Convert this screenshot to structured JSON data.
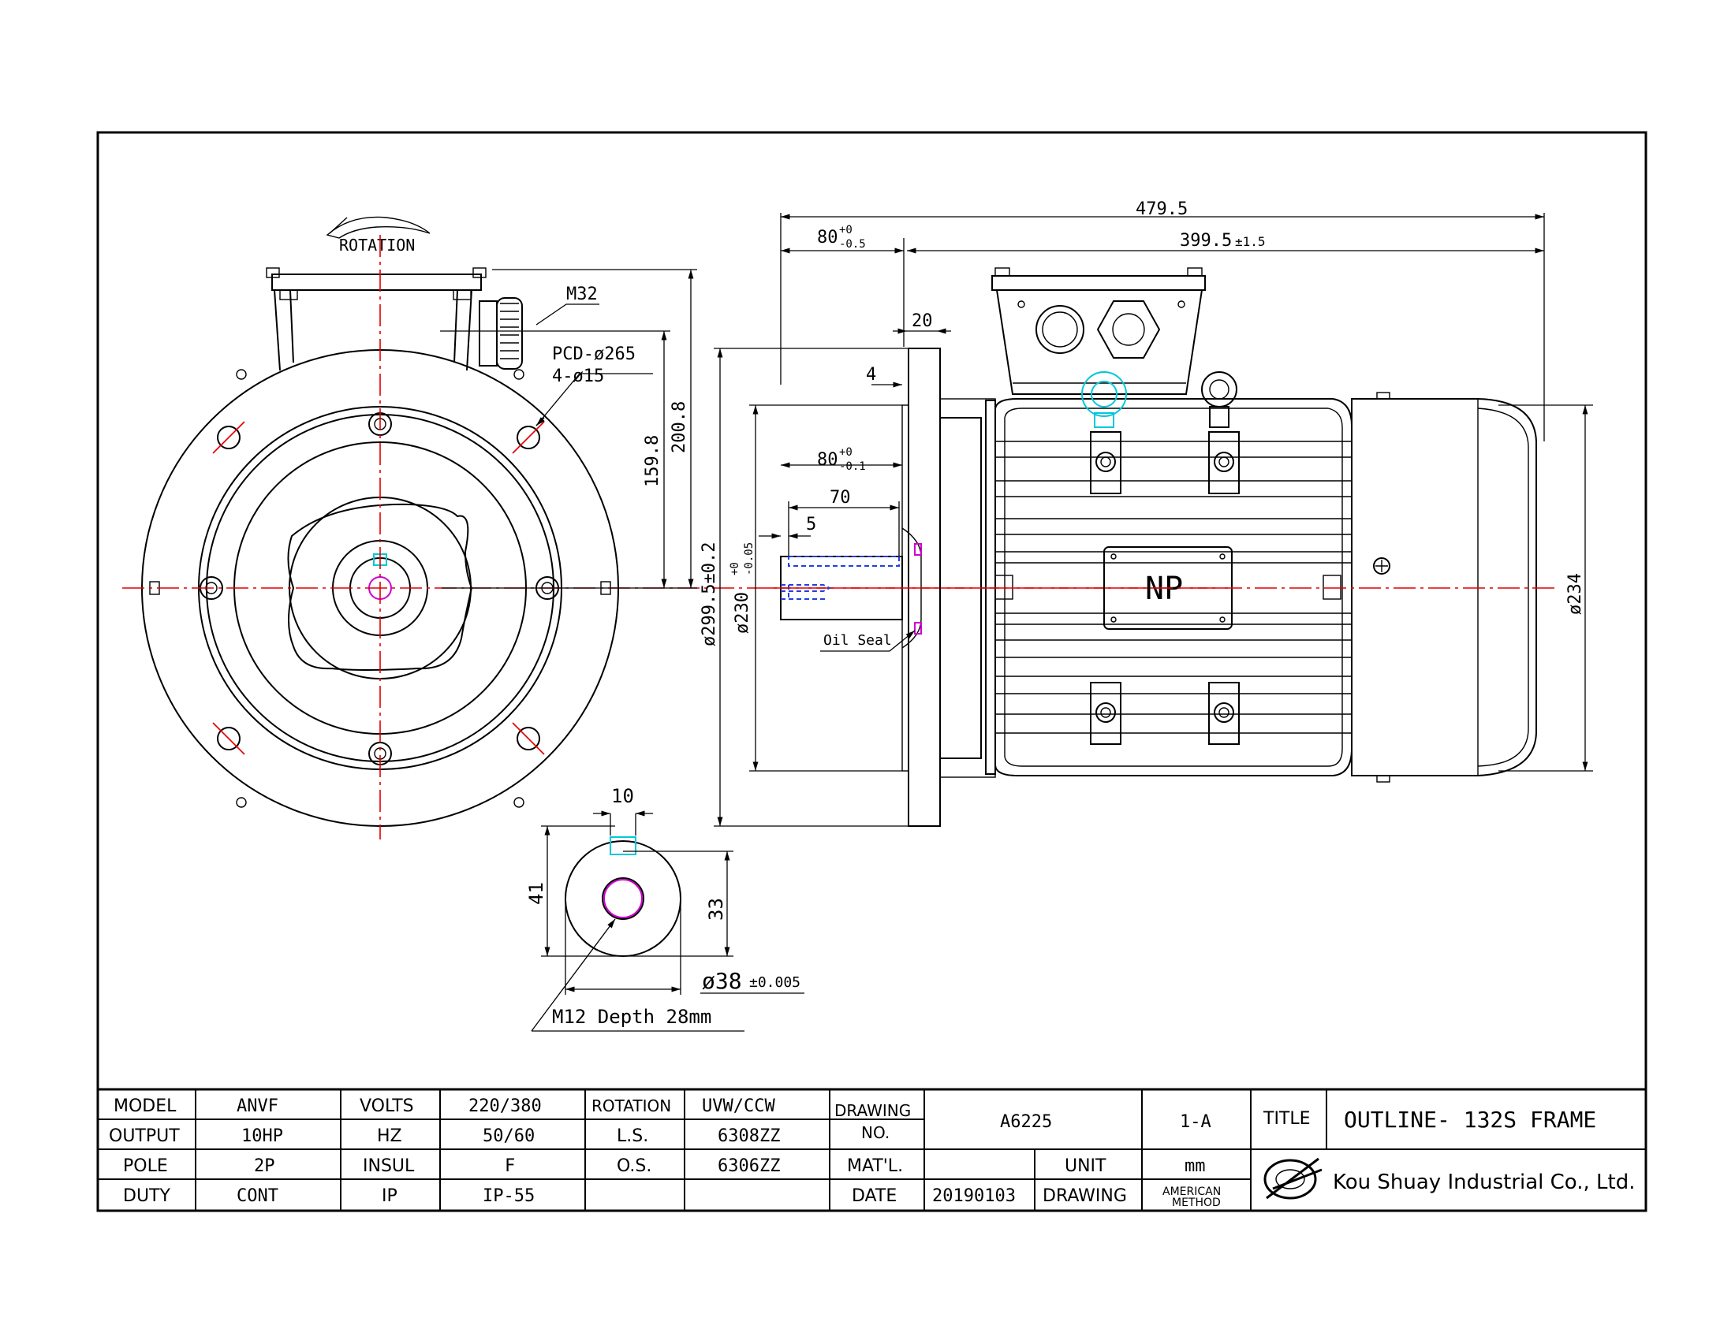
{
  "front_view": {
    "rotation_label": "ROTATION",
    "m32": "M32",
    "pcd": "PCD-ø265",
    "holes": "4-ø15",
    "dim_200_8": "200.8",
    "dim_159_8": "159.8"
  },
  "shaft_view": {
    "key_width": "10",
    "dim_41": "41",
    "dim_33": "33",
    "shaft_dia": "ø38",
    "shaft_tol": "±0.005",
    "thread": "M12 Depth 28mm"
  },
  "side_view": {
    "overall": "479.5",
    "shaft_len": "80",
    "shaft_len_tol_up": "+0",
    "shaft_len_tol_dn": "-0.5",
    "body_len": "399.5",
    "body_len_tol": "±1.5",
    "flange": "20",
    "spigot": "4",
    "key_len": "80",
    "key_len_tol_up": "+0",
    "key_len_tol_dn": "-0.1",
    "key_70": "70",
    "key_5": "5",
    "flange_dia": "ø299.5±0.2",
    "spigot_dia": "ø230",
    "spigot_tol_up": "+0",
    "spigot_tol_dn": "-0.05",
    "body_dia": "ø234",
    "oil_seal": "Oil Seal",
    "nameplate": "NP"
  },
  "title_block": {
    "model_label": "MODEL",
    "model": "ANVF",
    "output_label": "OUTPUT",
    "output": "10HP",
    "pole_label": "POLE",
    "pole": "2P",
    "duty_label": "DUTY",
    "duty": "CONT",
    "volts_label": "VOLTS",
    "volts": "220/380",
    "hz_label": "HZ",
    "hz": "50/60",
    "insul_label": "INSUL",
    "insul": "F",
    "ip_label": "IP",
    "ip": "IP-55",
    "rotation_label": "ROTATION",
    "rotation": "UVW/CCW",
    "ls_label": "L.S.",
    "ls": "6308ZZ",
    "os_label": "O.S.",
    "os": "6306ZZ",
    "drawing_no_label_1": "DRAWING",
    "drawing_no_label_2": "NO.",
    "drawing_no": "A6225",
    "revision": "1-A",
    "matl_label": "MAT'L.",
    "unit_label": "UNIT",
    "unit": "mm",
    "date_label": "DATE",
    "date": "20190103",
    "drawing_label": "DRAWING",
    "method_1": "AMERICAN",
    "method_2": "METHOD",
    "title_label": "TITLE",
    "title": "OUTLINE- 132S FRAME",
    "company": "Kou Shuay Industrial Co., Ltd."
  }
}
